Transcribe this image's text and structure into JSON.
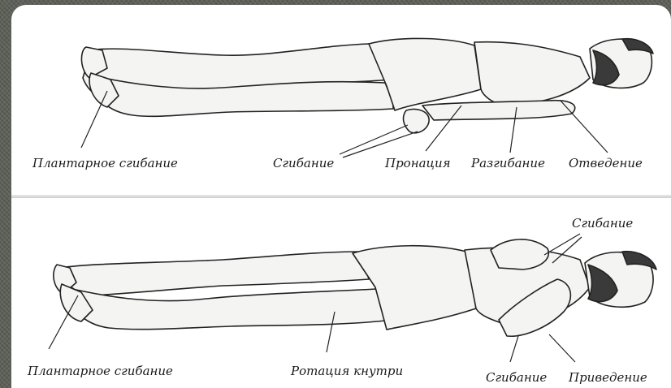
{
  "top_panel": {
    "labels": {
      "plantar_flexion": "Плантарное сгибание",
      "flexion": "Сгибание",
      "pronation": "Пронация",
      "extension": "Разгибание",
      "abduction": "Отведение"
    }
  },
  "bottom_panel": {
    "labels": {
      "plantar_flexion": "Плантарное сгибание",
      "internal_rotation": "Ротация кнутри",
      "flexion_top": "Сгибание",
      "flexion_bottom": "Сгибание",
      "adduction": "Приведение"
    }
  }
}
